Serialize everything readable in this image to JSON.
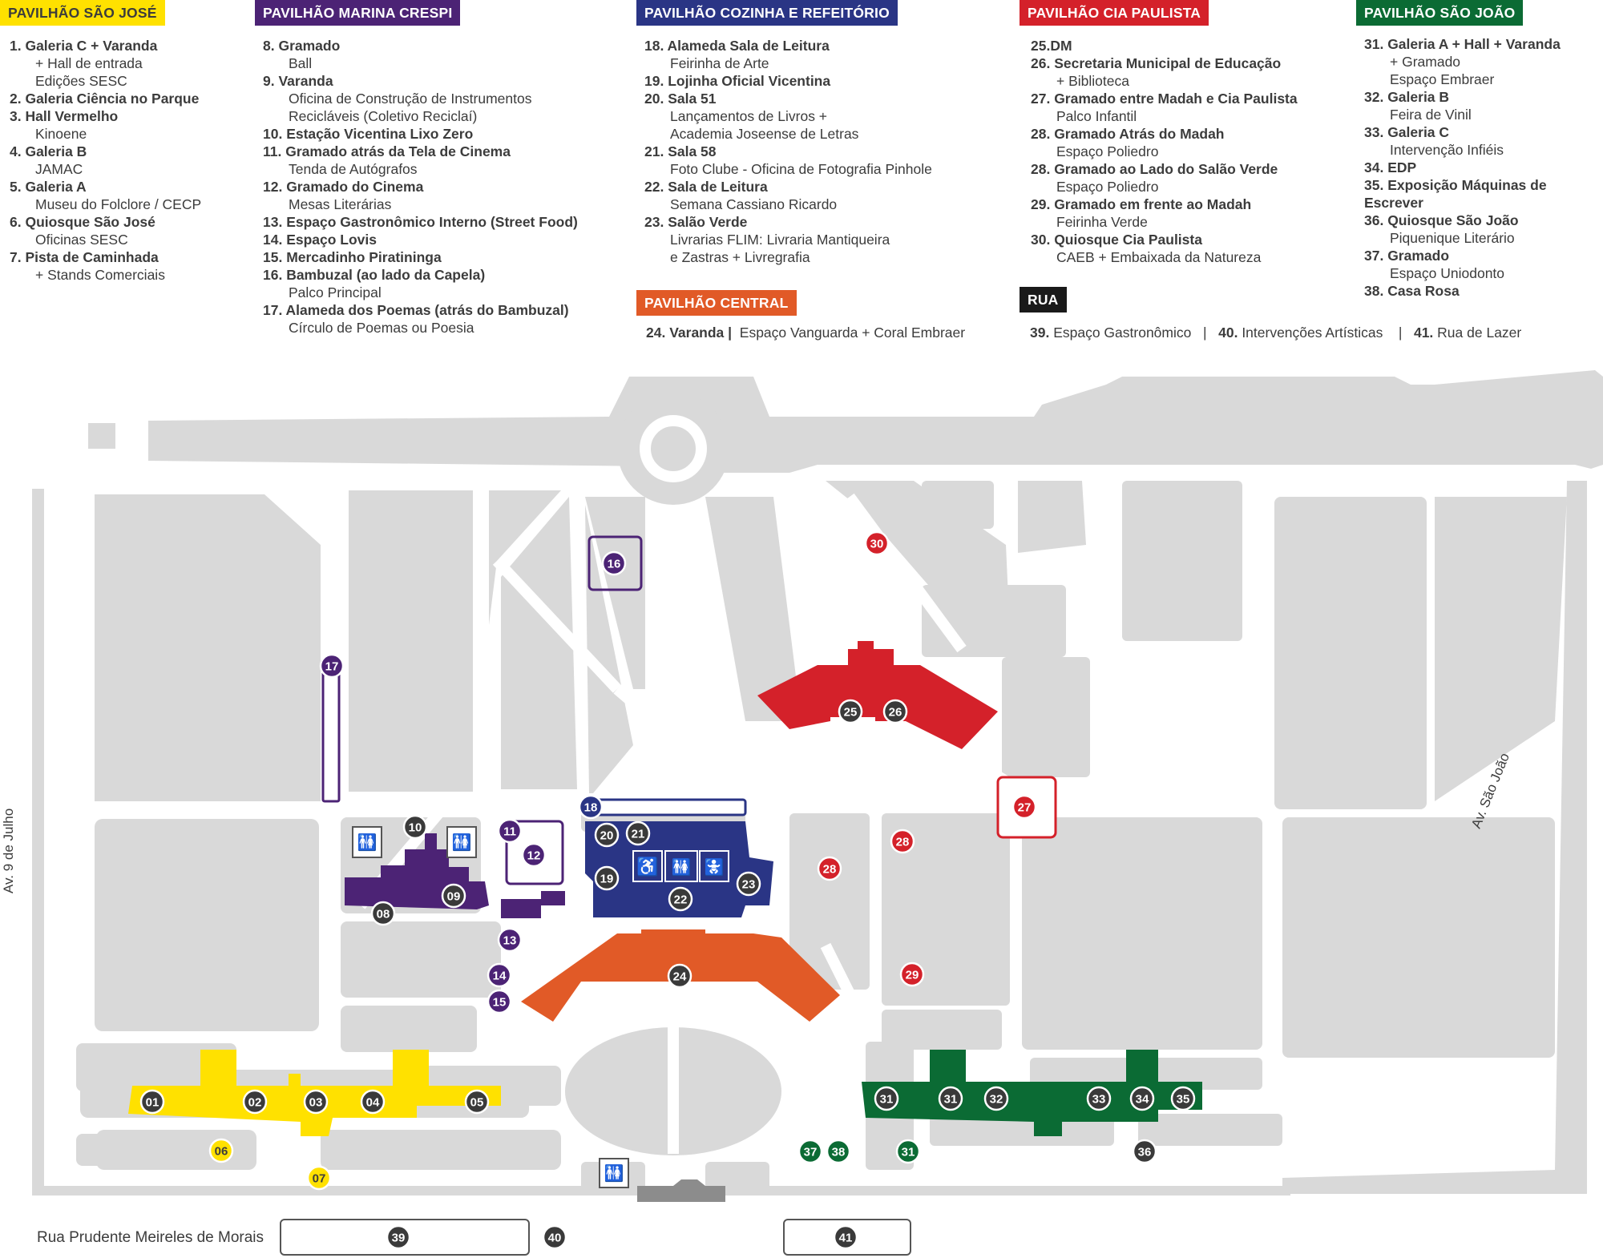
{
  "colors": {
    "sao_jose": "#ffe100",
    "marina_crespi": "#4c2375",
    "cozinha": "#2a3585",
    "cia_paulista": "#d4212a",
    "sao_joao": "#0b6b34",
    "central": "#e15a27",
    "rua": "#1a1a1a",
    "gray_block": "#d9d9d9",
    "marker_dark": "#3a3a3a"
  },
  "legend": {
    "sao_jose": {
      "title": "PAVILHÃO SÃO JOSÉ",
      "items": [
        {
          "head": "1. Galeria C + Varanda",
          "sub": [
            "+ Hall de entrada",
            "Edições SESC"
          ]
        },
        {
          "head": "2. Galeria Ciência no Parque",
          "sub": []
        },
        {
          "head": "3. Hall Vermelho",
          "sub": [
            "Kinoene"
          ]
        },
        {
          "head": "4. Galeria B",
          "sub": [
            "JAMAC"
          ]
        },
        {
          "head": "5. Galeria A",
          "sub": [
            "Museu do Folclore / CECP"
          ]
        },
        {
          "head": "6. Quiosque São José",
          "sub": [
            "Oficinas SESC"
          ]
        },
        {
          "head": "7. Pista de Caminhada",
          "sub": [
            "+ Stands Comerciais"
          ]
        }
      ]
    },
    "marina_crespi": {
      "title": "PAVILHÃO MARINA CRESPI",
      "items": [
        {
          "head": "8. Gramado",
          "sub": [
            "Ball"
          ]
        },
        {
          "head": "9. Varanda",
          "sub": [
            "Oficina de Construção de Instrumentos",
            "Recicláveis (Coletivo Reciclaí)"
          ]
        },
        {
          "head": "10. Estação Vicentina Lixo Zero",
          "sub": []
        },
        {
          "head": "11. Gramado atrás da Tela de Cinema",
          "sub": [
            "Tenda de Autógrafos"
          ]
        },
        {
          "head": "12. Gramado do Cinema",
          "sub": [
            "Mesas Literárias"
          ]
        },
        {
          "head": "13. Espaço Gastronômico Interno (Street Food)",
          "sub": []
        },
        {
          "head": "14. Espaço Lovis",
          "sub": []
        },
        {
          "head": "15. Mercadinho Piratininga",
          "sub": []
        },
        {
          "head": "16. Bambuzal (ao lado da Capela)",
          "sub": [
            "Palco Principal"
          ]
        },
        {
          "head": "17. Alameda dos Poemas (atrás do Bambuzal)",
          "sub": [
            "Círculo de Poemas ou Poesia"
          ]
        }
      ]
    },
    "cozinha": {
      "title": "PAVILHÃO COZINHA E REFEITÓRIO",
      "items": [
        {
          "head": "18. Alameda Sala de Leitura",
          "sub": [
            "Feirinha de Arte"
          ]
        },
        {
          "head": "19. Lojinha Oficial Vicentina",
          "sub": []
        },
        {
          "head": "20. Sala 51",
          "sub": [
            "Lançamentos de Livros +",
            "Academia Joseense de Letras"
          ]
        },
        {
          "head": "21. Sala 58",
          "sub": [
            "Foto Clube - Oficina de Fotografia  Pinhole"
          ]
        },
        {
          "head": "22. Sala de Leitura",
          "sub": [
            "Semana Cassiano Ricardo"
          ]
        },
        {
          "head": "23. Salão Verde",
          "sub": [
            "Livrarias FLIM: Livraria Mantiqueira",
            "e Zastras  +  Livregrafia"
          ]
        }
      ]
    },
    "central": {
      "title": "PAVILHÃO CENTRAL",
      "line_bold": "24. Varanda |",
      "line_rest": "Espaço Vanguarda + Coral Embraer"
    },
    "cia_paulista": {
      "title": "PAVILHÃO CIA PAULISTA",
      "items": [
        {
          "head": "25.DM",
          "sub": []
        },
        {
          "head": "26. Secretaria Municipal de Educação",
          "sub": [
            "+ Biblioteca"
          ]
        },
        {
          "head": "27. Gramado entre Madah e Cia Paulista",
          "sub": [
            "Palco Infantil"
          ]
        },
        {
          "head": "28. Gramado Atrás do Madah",
          "sub": [
            "Espaço Poliedro"
          ]
        },
        {
          "head": "28. Gramado ao Lado do Salão Verde",
          "sub": [
            "Espaço Poliedro"
          ]
        },
        {
          "head": "29. Gramado em frente ao Madah",
          "sub": [
            "Feirinha Verde"
          ]
        },
        {
          "head": "30. Quiosque Cia Paulista",
          "sub": [
            "CAEB + Embaixada da Natureza"
          ]
        }
      ]
    },
    "rua": {
      "title": "RUA",
      "n39": "39.",
      "t39": "Espaço Gastronômico",
      "sep": "|",
      "n40": "40.",
      "t40": "Intervenções Artísticas",
      "n41": "41.",
      "t41": "Rua de Lazer"
    },
    "sao_joao": {
      "title": "PAVILHÃO SÃO JOÃO",
      "items": [
        {
          "head": "31. Galeria A + Hall + Varanda",
          "sub": [
            "+ Gramado",
            "Espaço Embraer"
          ]
        },
        {
          "head": "32. Galeria B",
          "sub": [
            "Feira de Vinil"
          ]
        },
        {
          "head": "33. Galeria C",
          "sub": [
            "Intervenção Infiéis"
          ]
        },
        {
          "head": "34. EDP",
          "sub": []
        },
        {
          "head": "35. Exposição Máquinas de Escrever",
          "sub": []
        },
        {
          "head": "36. Quiosque São João",
          "sub": [
            "Piquenique Literário"
          ]
        },
        {
          "head": "37. Gramado",
          "sub": [
            "Espaço Uniodonto"
          ]
        },
        {
          "head": "38. Casa Rosa",
          "sub": []
        }
      ]
    }
  },
  "map": {
    "street_left": "Av. 9 de Julho",
    "street_right": "Av. São João",
    "street_bottom": "Rua Prudente Meireles de Morais",
    "markers": [
      {
        "label": "01",
        "group": "dark"
      },
      {
        "label": "02",
        "group": "dark"
      },
      {
        "label": "03",
        "group": "dark"
      },
      {
        "label": "04",
        "group": "dark"
      },
      {
        "label": "05",
        "group": "dark"
      },
      {
        "label": "06",
        "group": "yellow"
      },
      {
        "label": "07",
        "group": "yellow"
      },
      {
        "label": "08",
        "group": "dark"
      },
      {
        "label": "09",
        "group": "dark"
      },
      {
        "label": "10",
        "group": "dark"
      },
      {
        "label": "11",
        "group": "purple"
      },
      {
        "label": "12",
        "group": "purple"
      },
      {
        "label": "13",
        "group": "purple"
      },
      {
        "label": "14",
        "group": "purple"
      },
      {
        "label": "15",
        "group": "purple"
      },
      {
        "label": "16",
        "group": "purple"
      },
      {
        "label": "17",
        "group": "purple"
      },
      {
        "label": "18",
        "group": "blue"
      },
      {
        "label": "19",
        "group": "dark"
      },
      {
        "label": "20",
        "group": "dark"
      },
      {
        "label": "21",
        "group": "dark"
      },
      {
        "label": "22",
        "group": "dark"
      },
      {
        "label": "23",
        "group": "dark"
      },
      {
        "label": "24",
        "group": "dark"
      },
      {
        "label": "25",
        "group": "dark"
      },
      {
        "label": "26",
        "group": "dark"
      },
      {
        "label": "27",
        "group": "red"
      },
      {
        "label": "28",
        "group": "red"
      },
      {
        "label": "28",
        "group": "red"
      },
      {
        "label": "29",
        "group": "red"
      },
      {
        "label": "30",
        "group": "red"
      },
      {
        "label": "31",
        "group": "dark"
      },
      {
        "label": "31",
        "group": "dark"
      },
      {
        "label": "31",
        "group": "green"
      },
      {
        "label": "32",
        "group": "dark"
      },
      {
        "label": "33",
        "group": "dark"
      },
      {
        "label": "34",
        "group": "dark"
      },
      {
        "label": "35",
        "group": "dark"
      },
      {
        "label": "36",
        "group": "dark"
      },
      {
        "label": "37",
        "group": "green"
      },
      {
        "label": "38",
        "group": "green"
      },
      {
        "label": "39",
        "group": "dark"
      },
      {
        "label": "40",
        "group": "dark"
      },
      {
        "label": "41",
        "group": "dark"
      }
    ]
  }
}
